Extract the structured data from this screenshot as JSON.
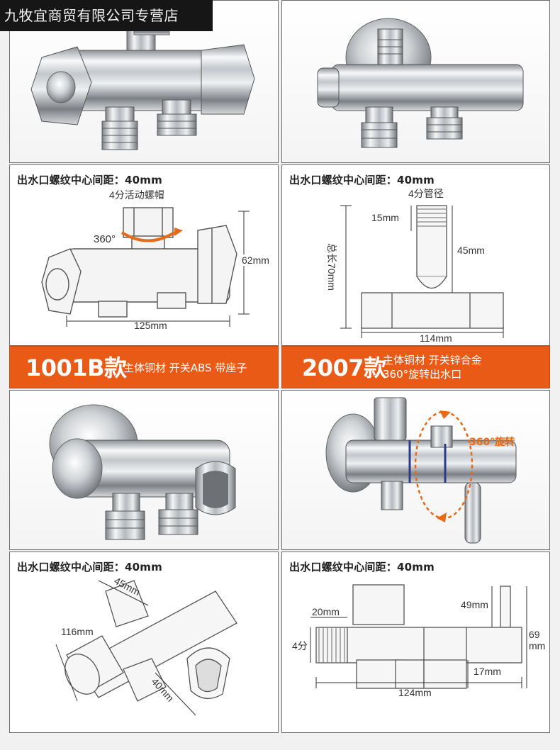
{
  "store": {
    "name": "九牧宜商贸有限公司专营店"
  },
  "panels": {
    "p1_spec": {
      "title": "出水口螺纹中心间距：40mm",
      "cap_label": "4分活动螺帽",
      "rotate_label": "360°",
      "height_label": "62mm",
      "length_label": "125mm"
    },
    "p2_spec": {
      "title": "出水口螺纹中心间距：40mm",
      "pipe_label": "4分管径",
      "thread_label": "15mm",
      "pipe_len_label": "45mm",
      "total_label": "总长70mm",
      "width_label": "114mm"
    },
    "p3_spec": {
      "title": "出水口螺纹中心间距：40mm",
      "len45": "45mm",
      "len116": "116mm",
      "len40": "40mm"
    },
    "p4_spec": {
      "title": "出水口螺纹中心间距：40mm",
      "thread20": "20mm",
      "size4": "4分",
      "h49": "49mm",
      "h69_a": "69",
      "h69_b": "mm",
      "h17": "17mm",
      "w124": "124mm"
    },
    "p4_photo": {
      "rotate_label": "360°旋转"
    }
  },
  "bands": [
    {
      "code": "1001B款",
      "desc_lines": [
        "主体铜材 开关ABS 带座子"
      ]
    },
    {
      "code": "2007款",
      "desc_lines": [
        "主体铜材 开关锌合金",
        "360°旋转出水口"
      ]
    }
  ],
  "colors": {
    "band": "#e95a16",
    "accent": "#e36b1a",
    "border": "#6b6b6b",
    "chrome": "#c9ccd0"
  }
}
